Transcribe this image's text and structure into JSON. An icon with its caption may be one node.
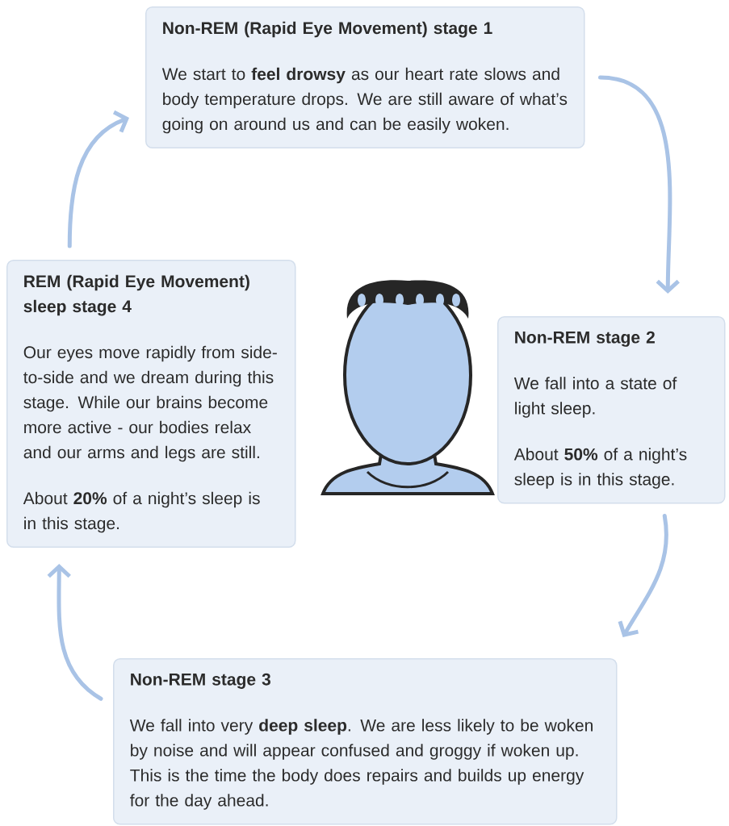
{
  "diagram": {
    "nodes": [
      {
        "text": [
          "Non-REM (Rapid Eye Movement) stage 1",
          "We start to **feel drowsy** as our heart rate slows and body temperature drops. We are still aware of what’s going on around us and can be easily woken."
        ]
      },
      {
        "text": [
          "Non-REM stage 2",
          "We fall into a state of light sleep.",
          "About **50%** of a night’s sleep is in this stage."
        ]
      },
      {
        "text": [
          "Non-REM stage 3",
          "We fall into very **deep sleep**. We are less likely to be woken by noise and will appear confused and groggy if woken up. This is the time the body does repairs and builds up energy for the day ahead."
        ]
      },
      {
        "text": [
          "REM (Rapid Eye Movement) sleep stage 4",
          "Our eyes move rapidly from side-to-side and we dream during this stage. While our brains become more active - our bodies relax and our arms and legs are still.",
          "About **20%** of a night’s sleep is in this stage."
        ]
      }
    ],
    "edges": [
      {
        "from": 0,
        "to": 1,
        "arrow": "to"
      },
      {
        "from": 1,
        "to": 2,
        "arrow": "to"
      },
      {
        "from": 2,
        "to": 3,
        "arrow": "to"
      },
      {
        "from": 3,
        "to": 0,
        "arrow": "to"
      }
    ]
  }
}
